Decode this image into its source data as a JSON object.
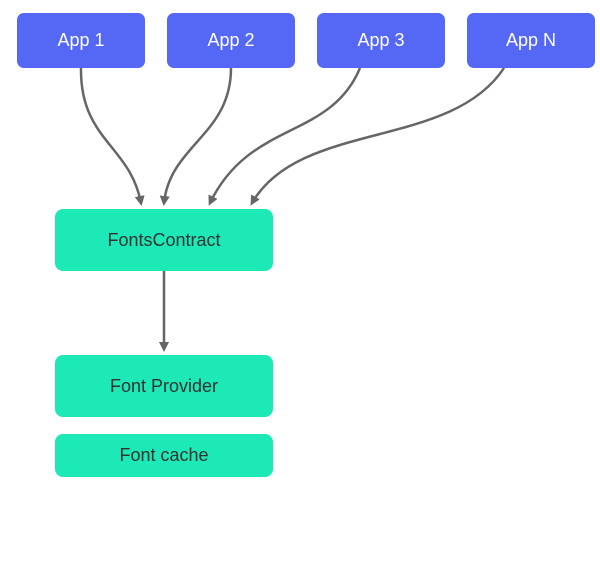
{
  "colors": {
    "app_box": "#5468f5",
    "component_box": "#1de9b6",
    "arrow": "#666666"
  },
  "apps": [
    {
      "label": "App 1"
    },
    {
      "label": "App 2"
    },
    {
      "label": "App 3"
    },
    {
      "label": "App N"
    }
  ],
  "components": {
    "fonts_contract": "FontsContract",
    "font_provider": "Font Provider",
    "font_cache": "Font cache"
  }
}
